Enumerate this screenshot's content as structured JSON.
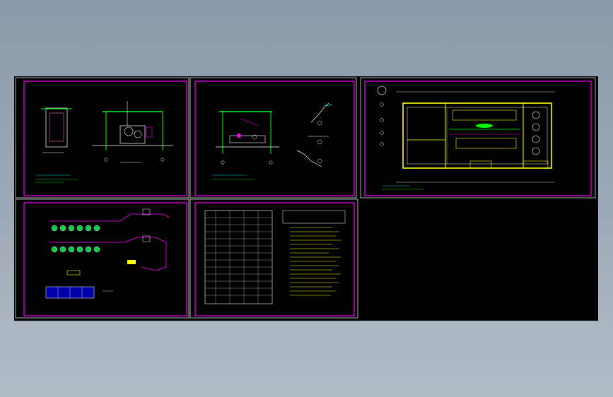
{
  "drawing_sheets": [
    {
      "id": "sheet-section-1"
    },
    {
      "id": "sheet-section-2"
    },
    {
      "id": "sheet-floor-plan"
    },
    {
      "id": "sheet-system-diagram"
    },
    {
      "id": "sheet-tables-notes"
    }
  ],
  "colors": {
    "frame": "#ff00ff",
    "background": "#000000",
    "green": "#00ff00",
    "yellow": "#ffff00",
    "cyan": "#00ffff",
    "white": "#ffffff"
  }
}
